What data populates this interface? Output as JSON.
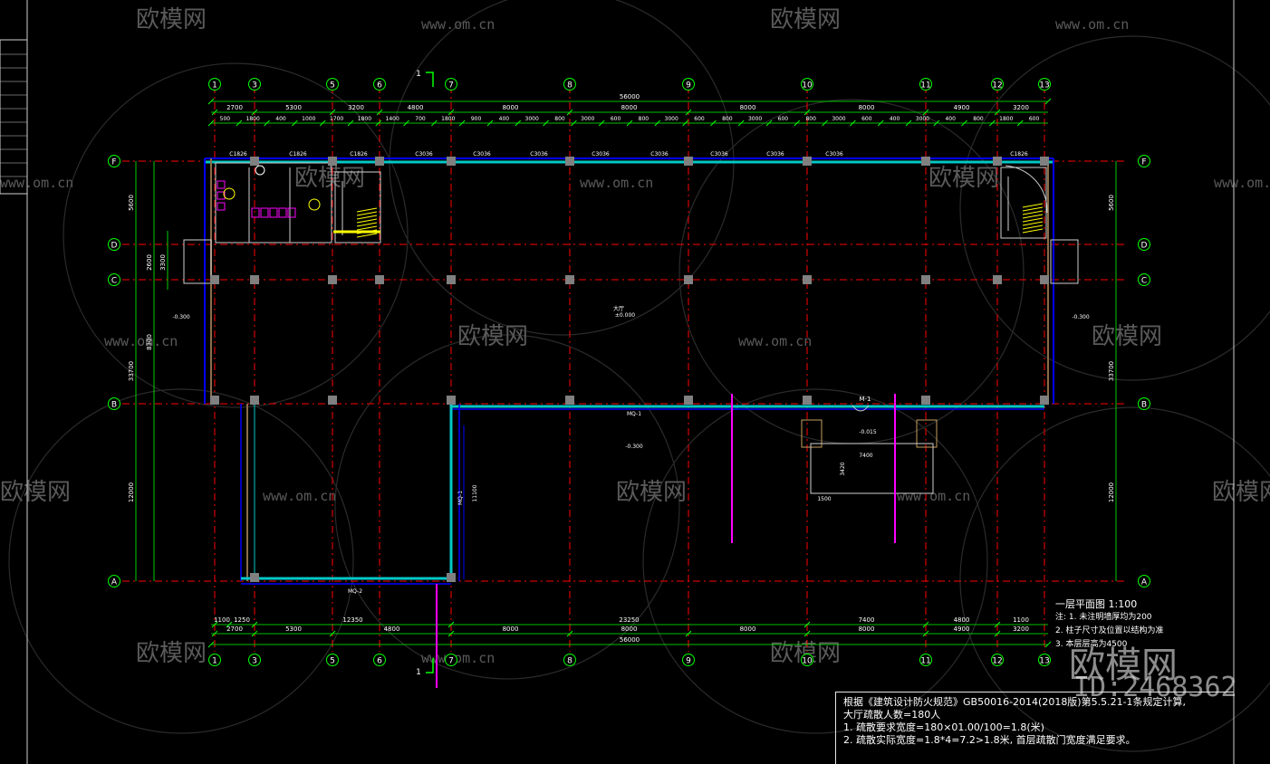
{
  "axes": {
    "top_labels": [
      "1",
      "3",
      "5",
      "6",
      "7",
      "8",
      "9",
      "10",
      "11",
      "12",
      "13"
    ],
    "bottom_labels": [
      "1",
      "3",
      "5",
      "6",
      "7",
      "8",
      "9",
      "10",
      "11",
      "12",
      "13"
    ],
    "row_labels": [
      "F",
      "D",
      "C",
      "B",
      "A"
    ]
  },
  "dims": {
    "top_total": "56000",
    "top_row1": [
      "2700",
      "5300",
      "3200",
      "4800",
      "8000",
      "8000",
      "8000",
      "8000",
      "4900",
      "3200"
    ],
    "top_row2": [
      "500",
      "1800",
      "400",
      "1000",
      "1700",
      "1800",
      "1400",
      "700",
      "1800",
      "900",
      "400",
      "3000",
      "800",
      "3000",
      "600",
      "800",
      "3000",
      "600",
      "800",
      "3000",
      "600",
      "800",
      "3000",
      "600",
      "400",
      "3000",
      "400",
      "800",
      "1800",
      "600"
    ],
    "bottom_total": "56000",
    "bottom_row1": [
      "2700",
      "5300",
      "4800",
      "8000",
      "8000",
      "8000",
      "8000",
      "4900",
      "3200"
    ],
    "bottom_row_mid": [
      "1100",
      "1250",
      "12350",
      "23250",
      "7400",
      "4800",
      "1100"
    ],
    "left_vertical": [
      "5600",
      "2600",
      "3300",
      "8300",
      "12000",
      "33700"
    ],
    "right_vertical": [
      "5600",
      "33700",
      "12000"
    ]
  },
  "labels": {
    "windows_top": [
      "C1826",
      "C1826",
      "C1826",
      "C3036",
      "C3036",
      "C3036",
      "C3036",
      "C3036",
      "C3036",
      "C3036",
      "C3036",
      "C1826"
    ],
    "hall": "大厅",
    "hall_level": "±0.000",
    "level_left": "-0.300",
    "level_right": "-0.300",
    "level_inner": "-0.300",
    "level_door": "-0.015",
    "door_m1": "M-1",
    "door_mq1": "MQ-1",
    "door_mq1_v": "MQ-1",
    "door_mq2": "MQ-2",
    "section_top": "1",
    "section_bottom": "1",
    "dim_7400": "7400",
    "dim_1500": "1500",
    "dim_3420": "3420",
    "dim_11100": "11100"
  },
  "legend": {
    "title": "一层平面图 1:100",
    "note1": "注: 1. 未注明墙厚均为200",
    "note2": "2. 柱子尺寸及位置以结构为准",
    "note3": "3. 本层层高为4500"
  },
  "notes": {
    "line1": "根据《建筑设计防火规范》GB50016-2014(2018版)第5.5.21-1条规定计算,",
    "line2": "大厅疏散人数=180人",
    "line3": "1. 疏散要求宽度=180×01.00/100=1.8(米)",
    "line4": "2. 疏散实际宽度=1.8*4=7.2>1.8米, 首层疏散门宽度满足要求。"
  },
  "watermark": {
    "brand": "欧模网",
    "url": "www.om.cn",
    "id": "ID:2468362"
  },
  "colors": {
    "grid_line": "#ff0000",
    "axis_circle": "#00ff00",
    "wall": "#00c8c8",
    "window": "#0000ff",
    "column": "#808080",
    "magenta": "#ff00ff",
    "yellow": "#ffff00",
    "dim_line": "#00ff00"
  }
}
